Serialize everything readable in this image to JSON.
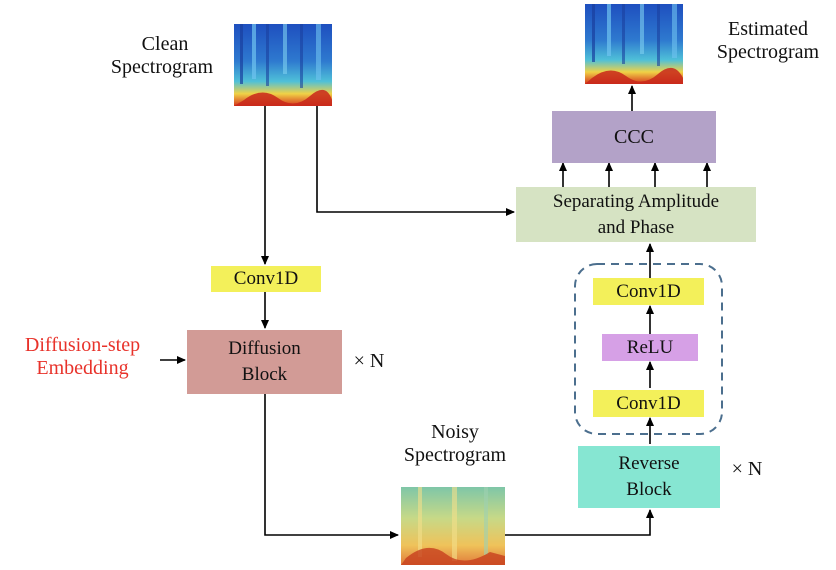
{
  "labels": {
    "clean_line1": "Clean",
    "clean_line2": "Spectrogram",
    "estimated_line1": "Estimated",
    "estimated_line2": "Spectrogram",
    "noisy_line1": "Noisy",
    "noisy_line2": "Spectrogram",
    "diffusion_step_line1": "Diffusion-step",
    "diffusion_step_line2": "Embedding",
    "times_n_diffusion": "× N",
    "times_n_reverse": "× N"
  },
  "blocks": {
    "ccc": "CCC",
    "separating_line1": "Separating Amplitude",
    "separating_line2": "and Phase",
    "conv1d_left": "Conv1D",
    "diffusion_line1": "Diffusion",
    "diffusion_line2": "Block",
    "conv1d_top": "Conv1D",
    "relu": "ReLU",
    "conv1d_bottom": "Conv1D",
    "reverse_line1": "Reverse",
    "reverse_line2": "Block"
  },
  "colors": {
    "ccc": "#b3a2c8",
    "separating": "#d6e3c3",
    "conv1d": "#f3f05a",
    "diffusion_block": "#d29b96",
    "relu": "#d6a0e6",
    "reverse_block": "#86e6d2",
    "embedding_text": "#e8322a",
    "dashed_border": "#4c6f8e"
  }
}
